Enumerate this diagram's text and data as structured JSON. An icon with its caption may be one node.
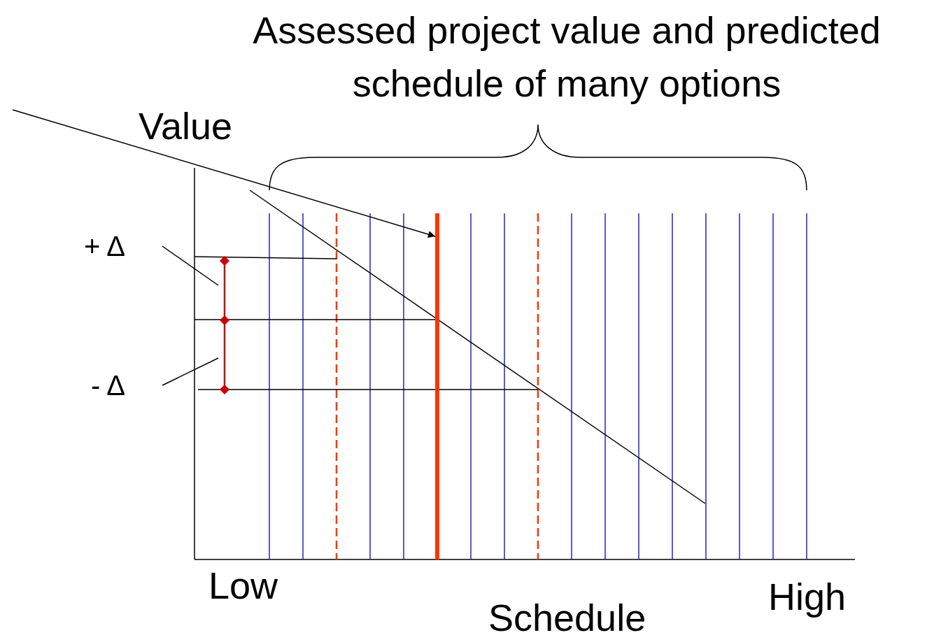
{
  "diagram": {
    "title": "Assessed project value and predicted schedule of many options",
    "nodes": [
      {
        "text": [
          "+ Δ"
        ]
      },
      {
        "text": [
          "- Δ"
        ]
      },
      {
        "text": [],
        "shape": "bar"
      },
      {
        "text": [],
        "shape": "bar"
      }
    ],
    "edges": [
      {
        "from": 0,
        "to": 2,
        "arrow": "none"
      },
      {
        "from": 1,
        "to": 2,
        "arrow": "none"
      },
      {
        "from": null,
        "to": 3,
        "arrow": "to"
      }
    ],
    "labels": [
      "Value",
      "Low",
      "High",
      "Schedule"
    ]
  }
}
